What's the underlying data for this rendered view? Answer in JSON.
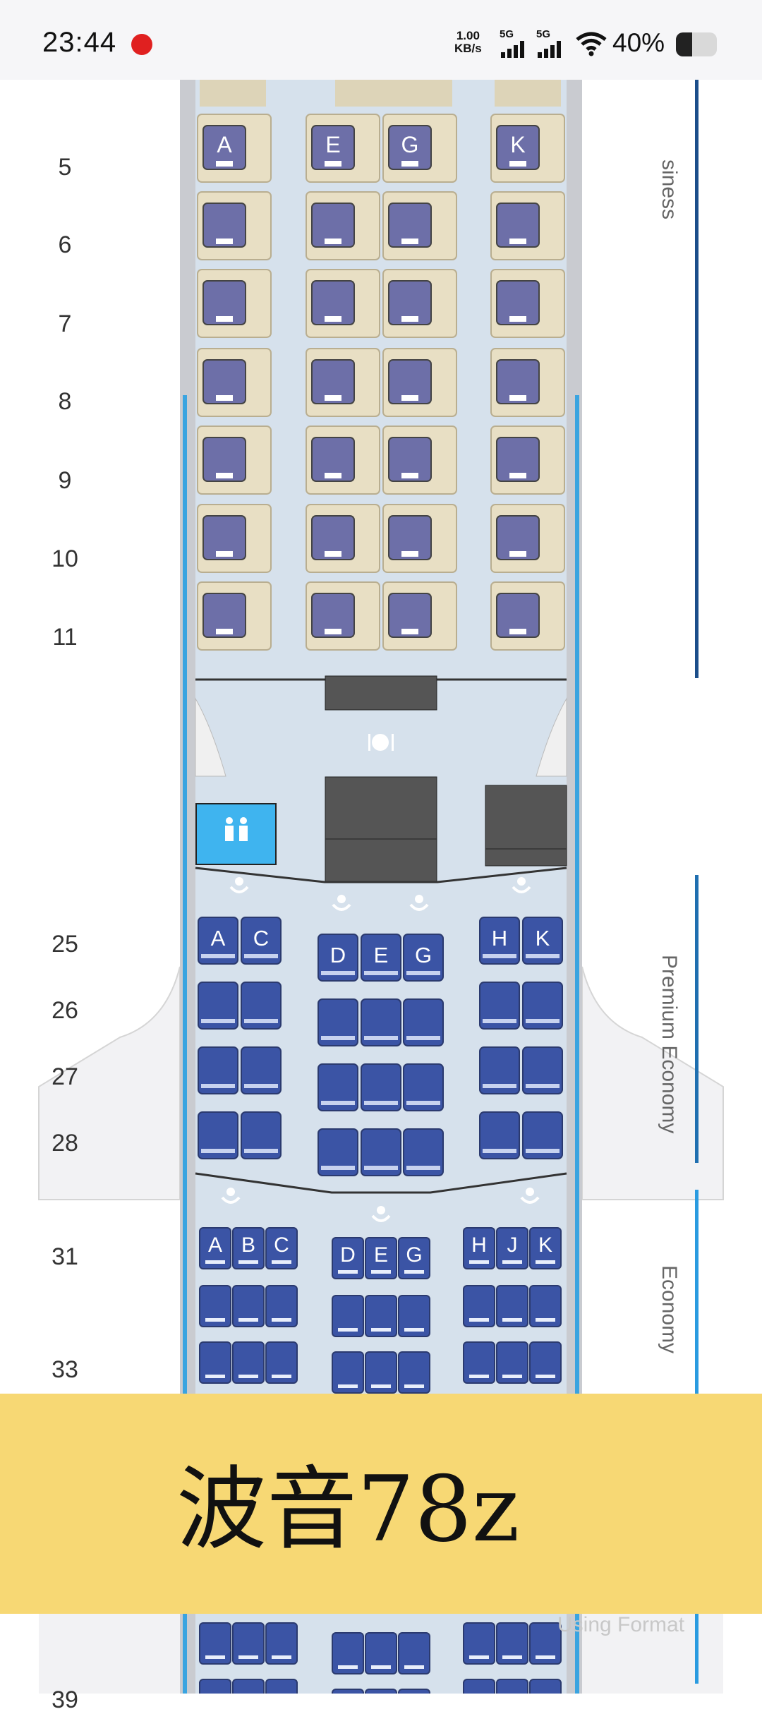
{
  "status_bar": {
    "time": "23:44",
    "net_speed_value": "1.00",
    "net_speed_unit": "KB/s",
    "sim1_label": "5G",
    "sim2_label": "5G",
    "battery_percent_text": "40%",
    "battery_level": 0.4,
    "icons": [
      "app-notification-icon",
      "signal-icon",
      "wifi-icon",
      "battery-icon"
    ]
  },
  "seat_map": {
    "business": {
      "label": "Business",
      "visible_label": "siness",
      "rows": [
        "5",
        "6",
        "7",
        "8",
        "9",
        "10",
        "11"
      ],
      "seat_letters": [
        "A",
        "E",
        "G",
        "K"
      ]
    },
    "premium_economy": {
      "label": "Premium Economy",
      "rows": [
        "25",
        "26",
        "27",
        "28"
      ],
      "seat_letters": [
        "A",
        "C",
        "D",
        "E",
        "G",
        "H",
        "K"
      ]
    },
    "economy": {
      "label": "Economy",
      "rows": [
        "31",
        "33",
        "39"
      ],
      "seat_letters": [
        "A",
        "B",
        "C",
        "D",
        "E",
        "G",
        "H",
        "J",
        "K"
      ]
    },
    "facilities": [
      "galley-icon",
      "lavatory-icon",
      "baby-bassinet-icon"
    ],
    "colors": {
      "business_seat": "#6d6fa8",
      "premium_seat": "#3b54a5",
      "economy_seat": "#3b54a5",
      "floor": "#d6e1ec",
      "business_bar": "#1b4e8a",
      "premium_bar": "#1f6fb0",
      "economy_bar": "#2a9be0",
      "lavatory": "#3fb4ef"
    }
  },
  "banner": {
    "title": "波音78z",
    "color": "#f7d874"
  },
  "watermark": "Using Format"
}
